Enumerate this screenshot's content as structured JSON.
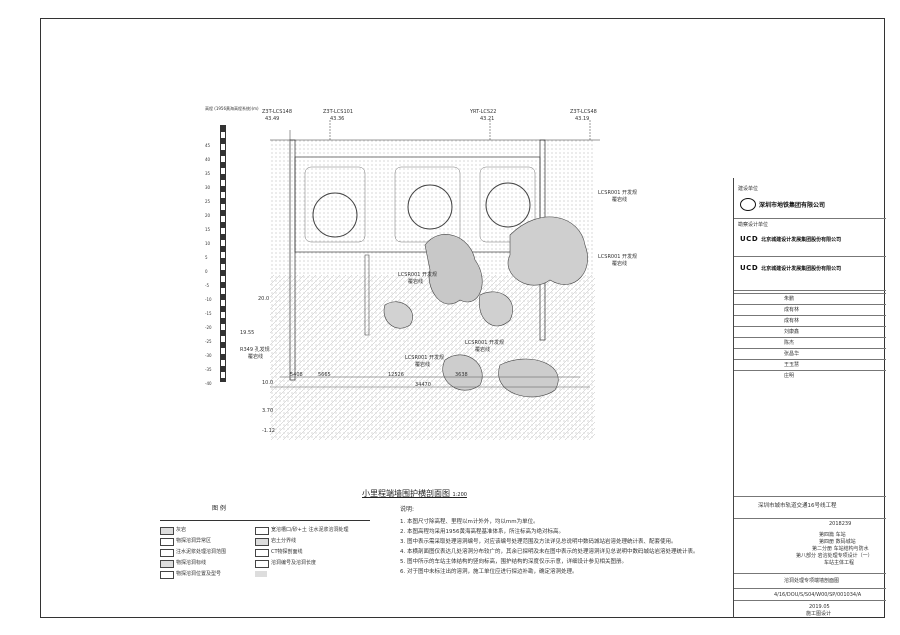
{
  "section_title": "小里程端墙围护横剖面图",
  "section_scale": "1:200",
  "elevation_label": "高程\n(1956黄海高程系统)(m)",
  "axis_ticks": [
    "45",
    "40",
    "35",
    "30",
    "25",
    "20",
    "15",
    "10",
    "5",
    "0",
    "-5",
    "-10",
    "-15",
    "-20",
    "-25",
    "-30",
    "-35",
    "-40"
  ],
  "top_points": [
    {
      "name": "Z3T-LCS148",
      "value": "43.49"
    },
    {
      "name": "Z3T-LCS101",
      "value": "43.36"
    },
    {
      "name": "YRT-LCS22",
      "value": "43.21"
    },
    {
      "name": "Z3T-LCS48",
      "value": "43.19"
    }
  ],
  "annotations": [
    {
      "text": "LCSR001 开发规",
      "sub": "覆岩线"
    },
    {
      "text": "LCSR001 开发规",
      "sub": "覆岩线"
    },
    {
      "text": "R349 孔发规",
      "sub": "覆岩线"
    },
    {
      "text": "LCSR001 开发规",
      "sub": "覆岩线"
    },
    {
      "text": "LCSR001 开发规",
      "sub": "覆岩线"
    },
    {
      "text": "LCSR001 开发规",
      "sub": "覆岩线"
    }
  ],
  "dimensions": [
    "5408",
    "5665",
    "12526",
    "3638"
  ],
  "total_dimension": "34470",
  "depth_labels": [
    "20.0",
    "19.55",
    "10.0",
    "3.70",
    "-1.12"
  ],
  "legend_title": "图 例",
  "legend_items": [
    "灰岩",
    "宽溶槽口/砂+土 注水泥浆溶洞处理",
    "物探溶洞异常区",
    "岩土分界线",
    "注水泥浆处理溶洞范围",
    "CT物探剖面线",
    "物探溶洞标线",
    "溶洞编号及溶洞长度",
    "物探溶洞位置及型号",
    ""
  ],
  "notes_title": "说明:",
  "notes": [
    "1. 本图尺寸除高程、里程以m计外外，均以mm为单位。",
    "2. 本图高程均采用1956黄海高程基准体系，所注标高为绝对标高。",
    "3. 图中表示需采取处理溶洞编号，对应该编号处理范围及方法详见总说明中数码城站岩溶处理统计表、配套使用。",
    "4. 本横剖面图仅表达几处溶洞分布较广的，其余已探明及未在图中表示的处理溶洞详见总说明中数码城站岩溶处理统计表。",
    "5. 图中所示的车站主体结构的竖向标高，围护结构的深度仅示示意，详细设计参见相关图册。",
    "6. 对于图中未标注出的溶洞，施工单位应进行探边补勘，确定溶洞处理。"
  ],
  "titleblock": {
    "owner_label": "建设单位",
    "owner": "深圳市地铁集团有限公司",
    "designer_label": "勘察设计单位",
    "designer1": "北京城建设计发展集团股份有限公司",
    "designer2": "北京城建设计发展集团股份有限公司",
    "ucd": "UCD",
    "project": "深圳市城市轨道交通16号线工程",
    "date_code": "2018239",
    "section1": "第四篇 车站",
    "section2": "第四册 数码城站",
    "section3": "第二分册 车站结构与防水",
    "section4": "第八部分 岩溶处理专项设计（一）",
    "section5": "车站主体工程",
    "drawing_name": "溶洞处理专项端墙剖面图",
    "drawing_no": "4/16/DOU/S/S04/W00/SP/001034/A",
    "stage": "施工图设计",
    "date": "2019.05",
    "people": [
      "朱鹏",
      "成有林",
      "成有林",
      "刘康鑫",
      "陈杰",
      "张昌华",
      "王玉慧",
      "庄明"
    ]
  }
}
